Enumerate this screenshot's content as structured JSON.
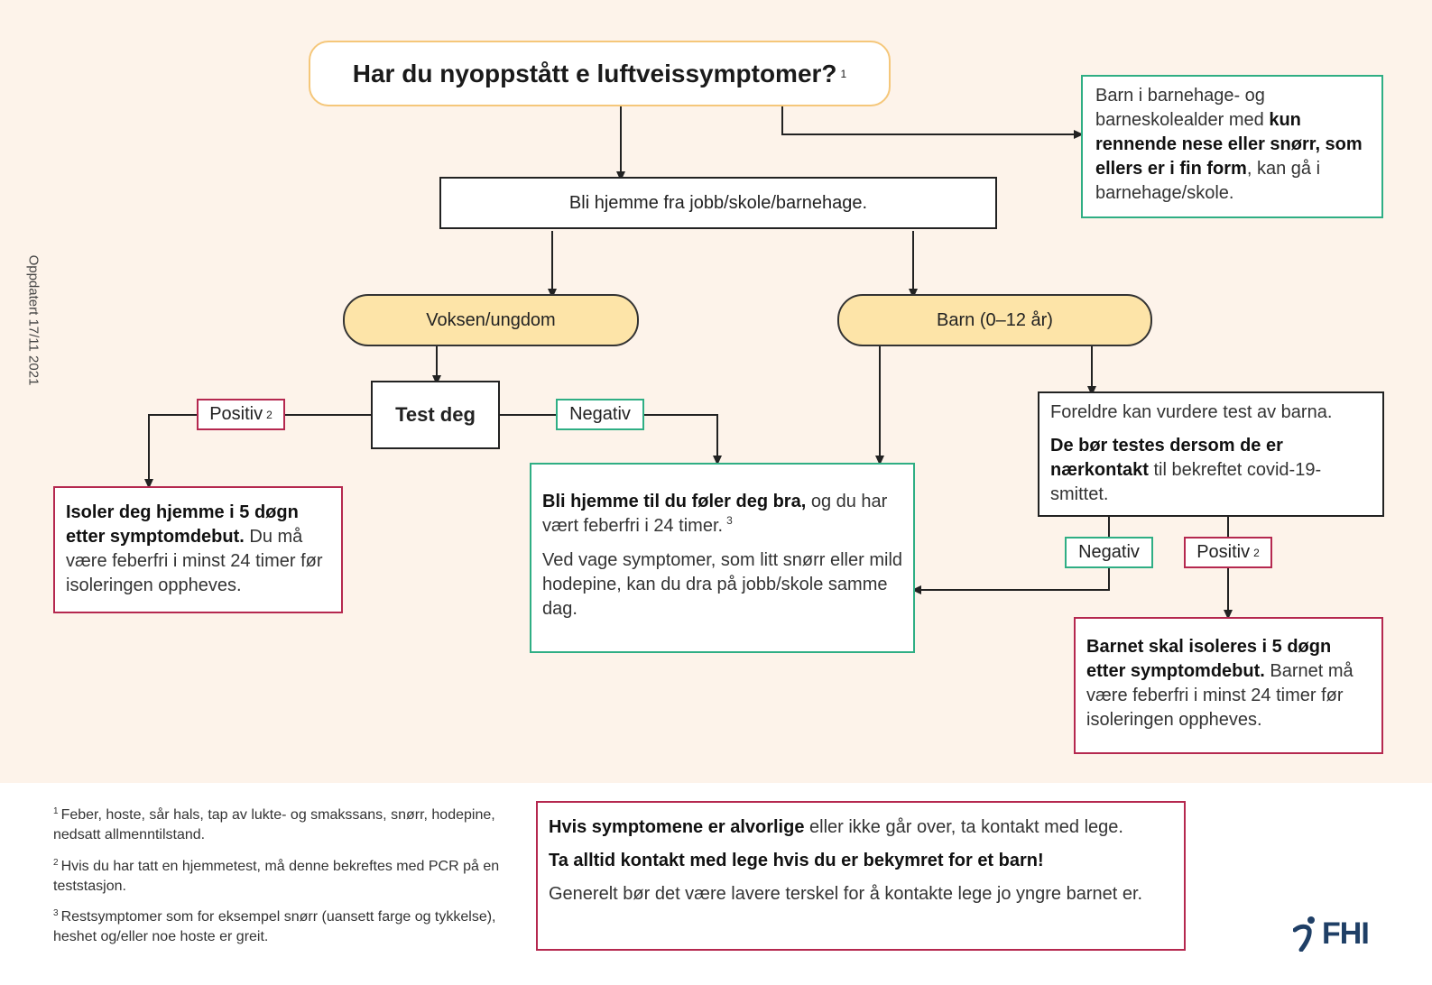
{
  "side_label": "Oppdatert 17/11 2021",
  "question": {
    "text": "Har du nyoppstått e luftveissymptomer?",
    "sup": "1"
  },
  "green_note": {
    "pre": "Barn i barnehage- og barneskolealder med ",
    "bold": "kun rennende nese eller snørr, som ellers er i fin form",
    "post": ", kan gå i barnehage/skole."
  },
  "stay_home": "Bli hjemme fra jobb/skole/barnehage.",
  "adult_pill": "Voksen/ungdom",
  "child_pill": "Barn (0–12 år)",
  "test_box": "Test deg",
  "tags": {
    "positiv_adult": "Positiv",
    "negativ_adult": "Negativ",
    "negativ_child": "Negativ",
    "positiv_child": "Positiv",
    "sup": "2"
  },
  "isolate_adult": {
    "bold": "Isoler deg hjemme i 5 døgn etter symptomdebut.",
    "rest": " Du må være feberfri i minst 24 timer før isoleringen oppheves."
  },
  "center_box": {
    "p1_bold": "Bli hjemme til du føler deg bra,",
    "p1_rest": " og du har vært feberfri i 24 timer.",
    "p1_sup": "3",
    "p2": "Ved vage symptomer, som litt snørr eller mild hodepine, kan du dra på jobb/skole samme dag."
  },
  "parents_box": {
    "p1": "Foreldre kan vurdere test av barna.",
    "p2_bold": "De bør testes dersom de er nærkontakt",
    "p2_rest": " til bekreftet covid-19-smittet."
  },
  "isolate_child": {
    "bold": "Barnet skal isoleres i 5 døgn etter symptomdebut.",
    "rest": " Barnet må være feberfri i minst 24 timer før isoleringen oppheves."
  },
  "footnotes": [
    {
      "num": "1",
      "text": "Feber, hoste, sår hals, tap av lukte- og smakssans, snørr, hodepine, nedsatt allmenntilstand."
    },
    {
      "num": "2",
      "text": "Hvis du har tatt en hjemmetest, må denne bekreftes med PCR på en teststasjon."
    },
    {
      "num": "3",
      "text": "Restsymptomer som for eksempel snørr (uansett farge og tykkelse), heshet og/eller noe hoste er greit."
    }
  ],
  "bottom_box": {
    "l1_bold": "Hvis symptomene er alvorlige",
    "l1_rest": " eller ikke går over, ta kontakt med lege.",
    "l2_bold": "Ta alltid kontakt med lege hvis du er bekymret for et barn!",
    "l3": "Generelt bør det være lavere terskel for å kontakte lege jo yngre barnet er."
  },
  "logo": "FHI",
  "colors": {
    "background": "#fdf3ea",
    "pill": "#fde4a8",
    "question_border": "#f5c77a",
    "green": "#2fae84",
    "red": "#b5284f",
    "logo": "#1f3f66"
  }
}
